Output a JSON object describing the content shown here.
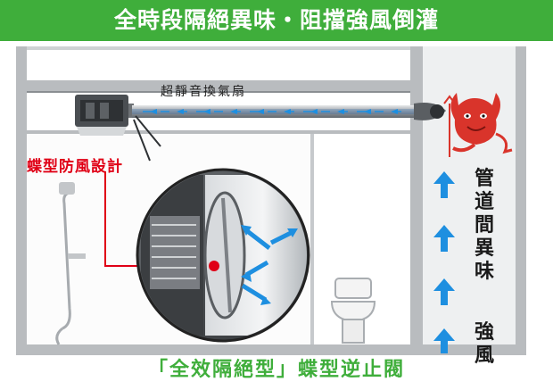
{
  "banner": {
    "text": "全時段隔絕異味・阻擋強風倒灌",
    "color": "#3fae3b"
  },
  "fan": {
    "label": "超靜音換氣扇"
  },
  "callout": {
    "text": "蝶型防風設計",
    "color": "#e00016"
  },
  "shaft": {
    "line1": [
      "管",
      "道",
      "間",
      "異",
      "味"
    ],
    "line2": [
      "強",
      "風"
    ]
  },
  "bottom": {
    "text": "「全效隔絕型」蝶型逆止閥"
  },
  "icons": [
    "fan-unit-icon",
    "duct-pipe-icon",
    "shower-icon",
    "toilet-icon",
    "devil-icon",
    "magnifier-lens-icon",
    "up-arrow-icon"
  ],
  "colors": {
    "green": "#3fae3b",
    "red": "#e00016",
    "arrow_blue": "#1e8fe0",
    "wall": "#b9bcbf"
  }
}
